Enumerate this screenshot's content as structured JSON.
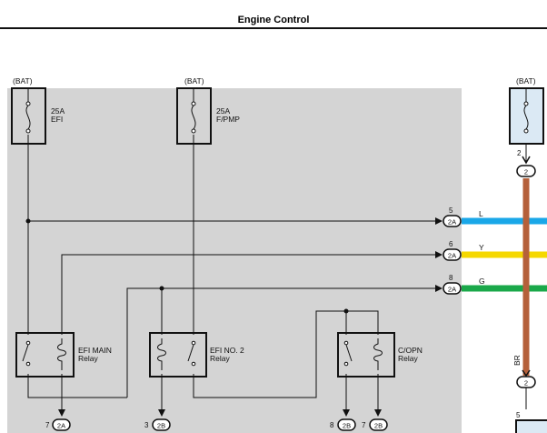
{
  "header": {
    "title": "Engine Control"
  },
  "fuses": [
    {
      "supply": "(BAT)",
      "rating": "25A",
      "name": "EFI"
    },
    {
      "supply": "(BAT)",
      "rating": "25A",
      "name": "F/PMP"
    },
    {
      "supply": "(BAT)",
      "pin": "2",
      "connector": "2"
    }
  ],
  "outputs": [
    {
      "pin": "5",
      "connector": "2A",
      "wire_color": "L",
      "color": "#1aa7e8"
    },
    {
      "pin": "6",
      "connector": "2A",
      "wire_color": "Y",
      "color": "#f5d800"
    },
    {
      "pin": "8",
      "connector": "2A",
      "wire_color": "G",
      "color": "#1aa84a"
    }
  ],
  "vertical_wire": {
    "wire_color": "BR",
    "color": "#b5603a",
    "top_connector": "2",
    "bottom_connector": "2",
    "bottom_pin": "5"
  },
  "relays": [
    {
      "name": "EFI MAIN",
      "type": "Relay"
    },
    {
      "name": "EFI NO. 2",
      "type": "Relay"
    },
    {
      "name": "C/OPN",
      "type": "Relay"
    }
  ],
  "bottom_connectors": [
    {
      "pin": "7",
      "connector": "2A"
    },
    {
      "pin": "3",
      "connector": "2B"
    },
    {
      "pin": "8",
      "connector": "2B"
    },
    {
      "pin": "7",
      "connector": "2B"
    }
  ],
  "colors": {
    "junction_block": "#d4d4d4",
    "fuse_fill": "#dbe9f4",
    "line": "#111111"
  }
}
